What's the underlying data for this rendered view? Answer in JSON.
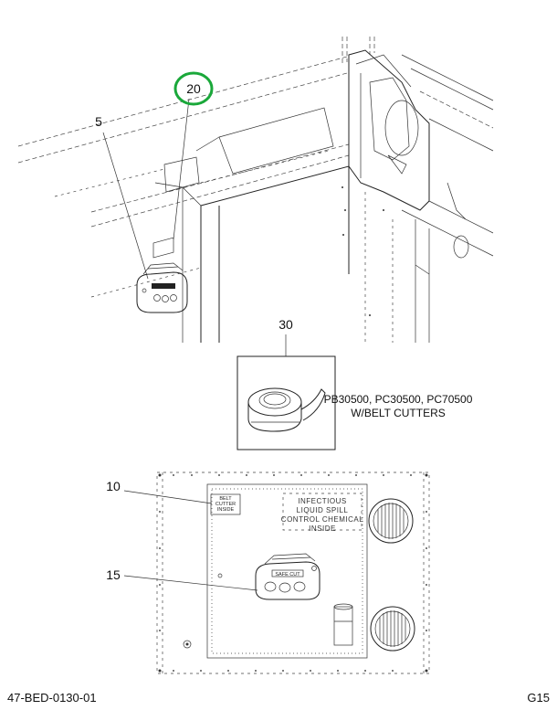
{
  "callouts": {
    "c5": "5",
    "c20": "20",
    "c30": "30",
    "c10": "10",
    "c15": "15"
  },
  "callout_highlight_color": "#1aa83a",
  "detail_note": {
    "line1": "PB30500, PC30500, PC70500",
    "line2": "W/BELT CUTTERS"
  },
  "decal_belt_cutter": [
    "BELT",
    "CUTTER",
    "INSIDE"
  ],
  "decal_infectious": [
    "INFECTIOUS",
    "LIQUID SPILL",
    "CONTROL CHEMICAL",
    "INSIDE"
  ],
  "safe_cut_label": "SAFE CUT",
  "footer": {
    "doc_id": "47-BED-0130-01",
    "page_id": "G15"
  }
}
